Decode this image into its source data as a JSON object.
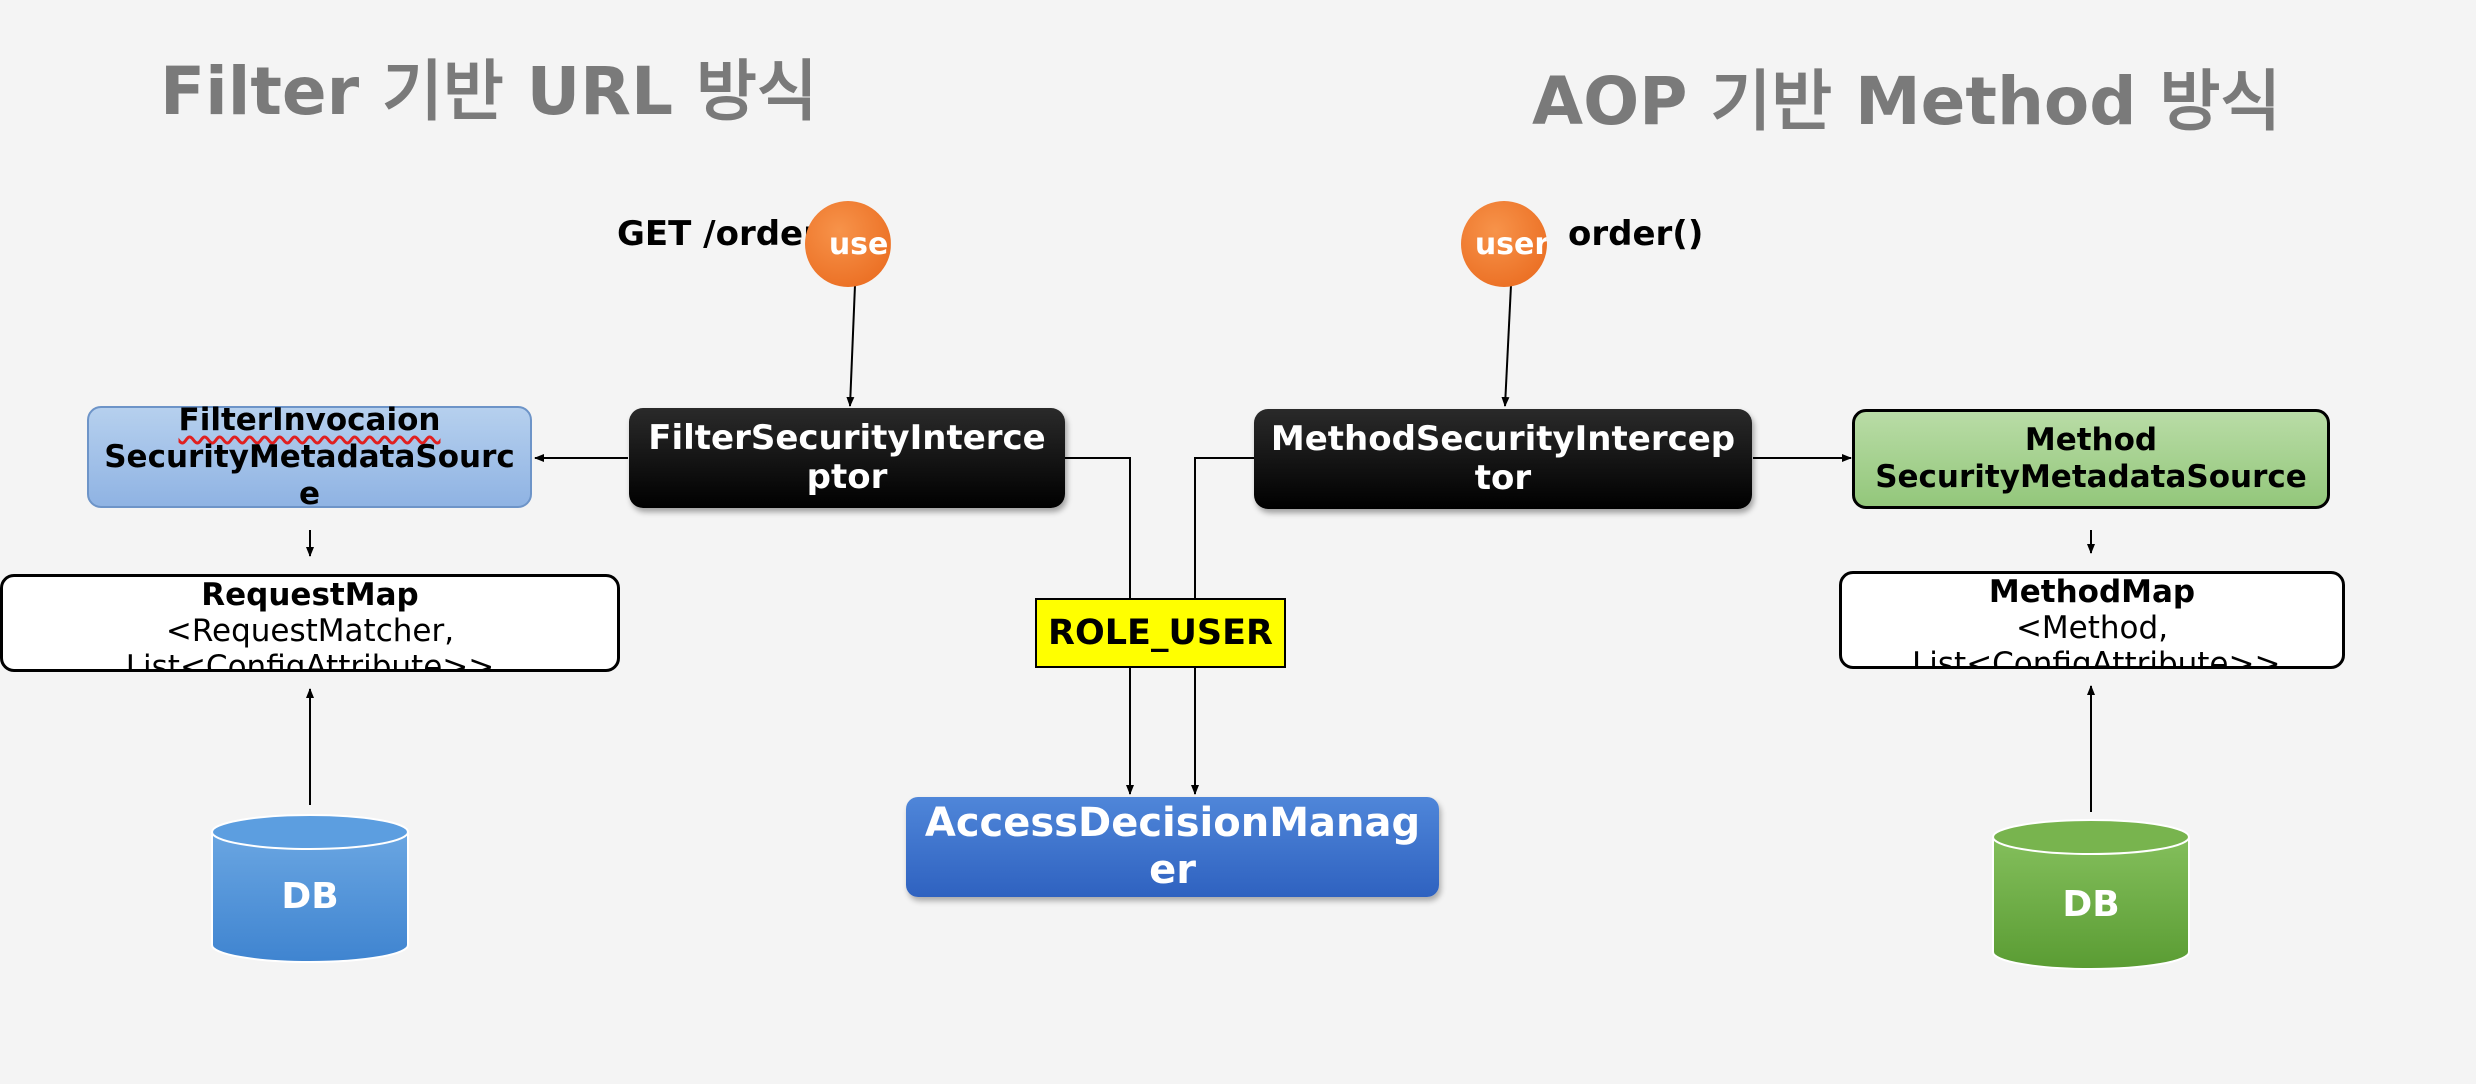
{
  "titles": {
    "left": "Filter 기반 URL 방식",
    "right": "AOP 기반 Method 방식"
  },
  "left": {
    "request_label": "GET /order",
    "user": "user",
    "interceptor": "FilterSecurityInterceptor",
    "metadata_source": {
      "line1": "FilterInvocaion",
      "line2": "SecurityMetadataSource"
    },
    "map": {
      "title": "RequestMap",
      "body": "<RequestMatcher, List<ConfigAttribute>>"
    },
    "db": "DB"
  },
  "right": {
    "call_label": "order()",
    "user": "user",
    "interceptor": "MethodSecurityInterceptor",
    "metadata_source": {
      "line1": "Method",
      "line2": "SecurityMetadataSource"
    },
    "map": {
      "title": "MethodMap",
      "body": "<Method, List<ConfigAttribute>>"
    },
    "db": "DB"
  },
  "center": {
    "role": "ROLE_USER",
    "decision_manager": "AccessDecisionManager"
  },
  "colors": {
    "title_gray": "#7a7a7a",
    "user_orange": "#ee7325",
    "role_yellow": "#ffff00",
    "adm_blue": "#3a6fcb",
    "db_left_blue": "#4e92d8",
    "db_right_green": "#6aaa40"
  }
}
